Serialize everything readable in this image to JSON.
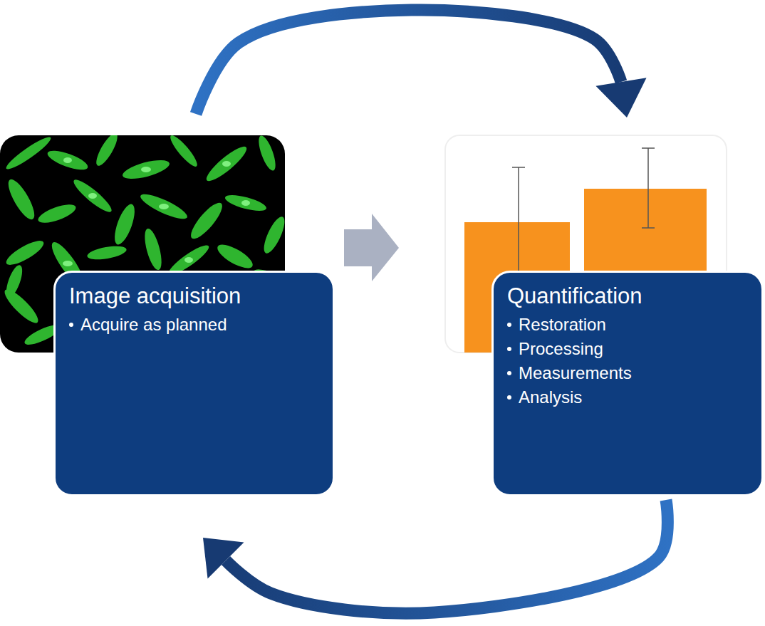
{
  "diagram": {
    "nodes": [
      {
        "text": [
          "Image acquisition",
          "Acquire as planned"
        ]
      },
      {
        "text": [
          "Quantification",
          "Restoration",
          "Processing",
          "Measurements",
          "Analysis"
        ]
      }
    ],
    "edges": [
      {
        "from": 0,
        "to": 1,
        "arrow": "to"
      },
      {
        "from": 1,
        "to": 0,
        "arrow": "to"
      }
    ]
  }
}
